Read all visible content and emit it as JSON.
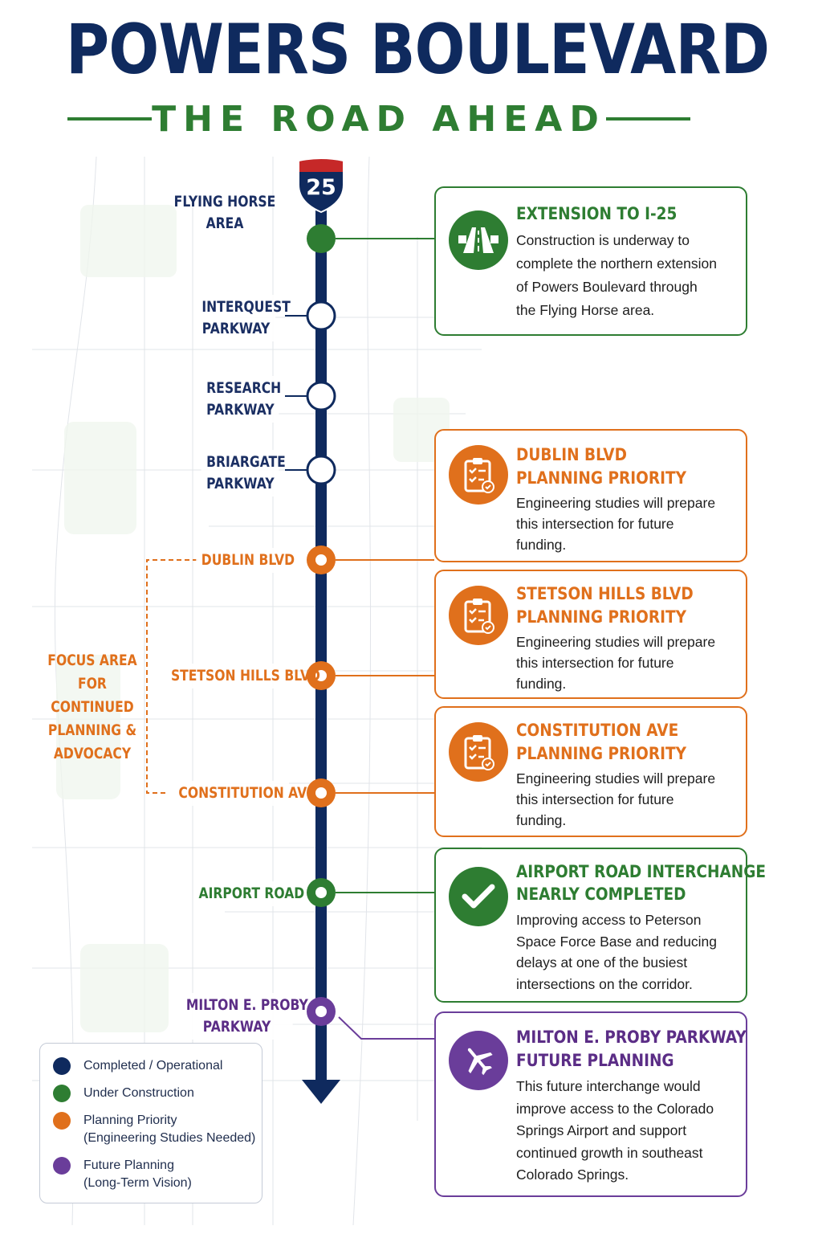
{
  "header": {
    "title": "POWERS BOULEVARD",
    "subtitle": "THE ROAD AHEAD"
  },
  "shield": {
    "number": "25"
  },
  "stops": [
    {
      "line1": "FLYING HORSE",
      "line2": "AREA",
      "status": "Under Construction"
    },
    {
      "line1": "INTERQUEST",
      "line2": "PARKWAY",
      "status": "Completed / Operational"
    },
    {
      "line1": "RESEARCH",
      "line2": "PARKWAY",
      "status": "Completed / Operational"
    },
    {
      "line1": "BRIARGATE",
      "line2": "PARKWAY",
      "status": "Completed / Operational"
    },
    {
      "line1": "DUBLIN BLVD",
      "status": "Planning Priority"
    },
    {
      "line1": "STETSON HILLS BLVD",
      "status": "Planning Priority"
    },
    {
      "line1": "CONSTITUTION AVE",
      "status": "Planning Priority"
    },
    {
      "line1": "AIRPORT ROAD",
      "status": "Under Construction"
    },
    {
      "line1": "MILTON E. PROBY",
      "line2": "PARKWAY",
      "status": "Future Planning"
    }
  ],
  "focus_area": {
    "line1": "FOCUS AREA",
    "line2": "FOR CONTINUED",
    "line3": "PLANNING &",
    "line4": "ADVOCACY"
  },
  "cards": [
    {
      "icon": "highway-icon",
      "title1": "EXTENSION TO I-25",
      "body": [
        "Construction is underway to",
        "complete the northern extension",
        "of Powers Boulevard through",
        "the Flying Horse area."
      ]
    },
    {
      "icon": "clipboard-icon",
      "title1": "DUBLIN BLVD",
      "title2": "PLANNING PRIORITY",
      "body": [
        "Engineering studies will prepare",
        "this intersection for future",
        "funding."
      ]
    },
    {
      "icon": "clipboard-icon",
      "title1": "STETSON HILLS BLVD",
      "title2": "PLANNING PRIORITY",
      "body": [
        "Engineering studies will prepare",
        "this intersection for future",
        "funding."
      ]
    },
    {
      "icon": "clipboard-icon",
      "title1": "CONSTITUTION AVE",
      "title2": "PLANNING PRIORITY",
      "body": [
        "Engineering studies will prepare",
        "this intersection for future",
        "funding."
      ]
    },
    {
      "icon": "checkmark-icon",
      "title1": "AIRPORT ROAD INTERCHANGE",
      "title2": "NEARLY COMPLETED",
      "body": [
        "Improving access to Peterson",
        "Space Force Base and reducing",
        "delays at one of the busiest",
        "intersections on the corridor."
      ]
    },
    {
      "icon": "airplane-icon",
      "title1": "MILTON E. PROBY PARKWAY",
      "title2": "FUTURE PLANNING",
      "body": [
        "This future interchange would",
        "improve access to the Colorado",
        "Springs Airport and support",
        "continued growth in southeast",
        "Colorado Springs."
      ]
    }
  ],
  "legend": [
    {
      "label": "Completed / Operational",
      "color": "#0f2a5e"
    },
    {
      "label": "Under Construction",
      "color": "#2e7d32"
    },
    {
      "label": "Planning Priority",
      "sub": "(Engineering Studies Needed)",
      "color": "#e0701c"
    },
    {
      "label": "Future Planning",
      "sub": "(Long-Term Vision)",
      "color": "#6a3d9a"
    }
  ],
  "colors": {
    "navy": "#0f2a5e",
    "green": "#2e7d32",
    "orange": "#e0701c",
    "purple": "#6a3d9a"
  }
}
